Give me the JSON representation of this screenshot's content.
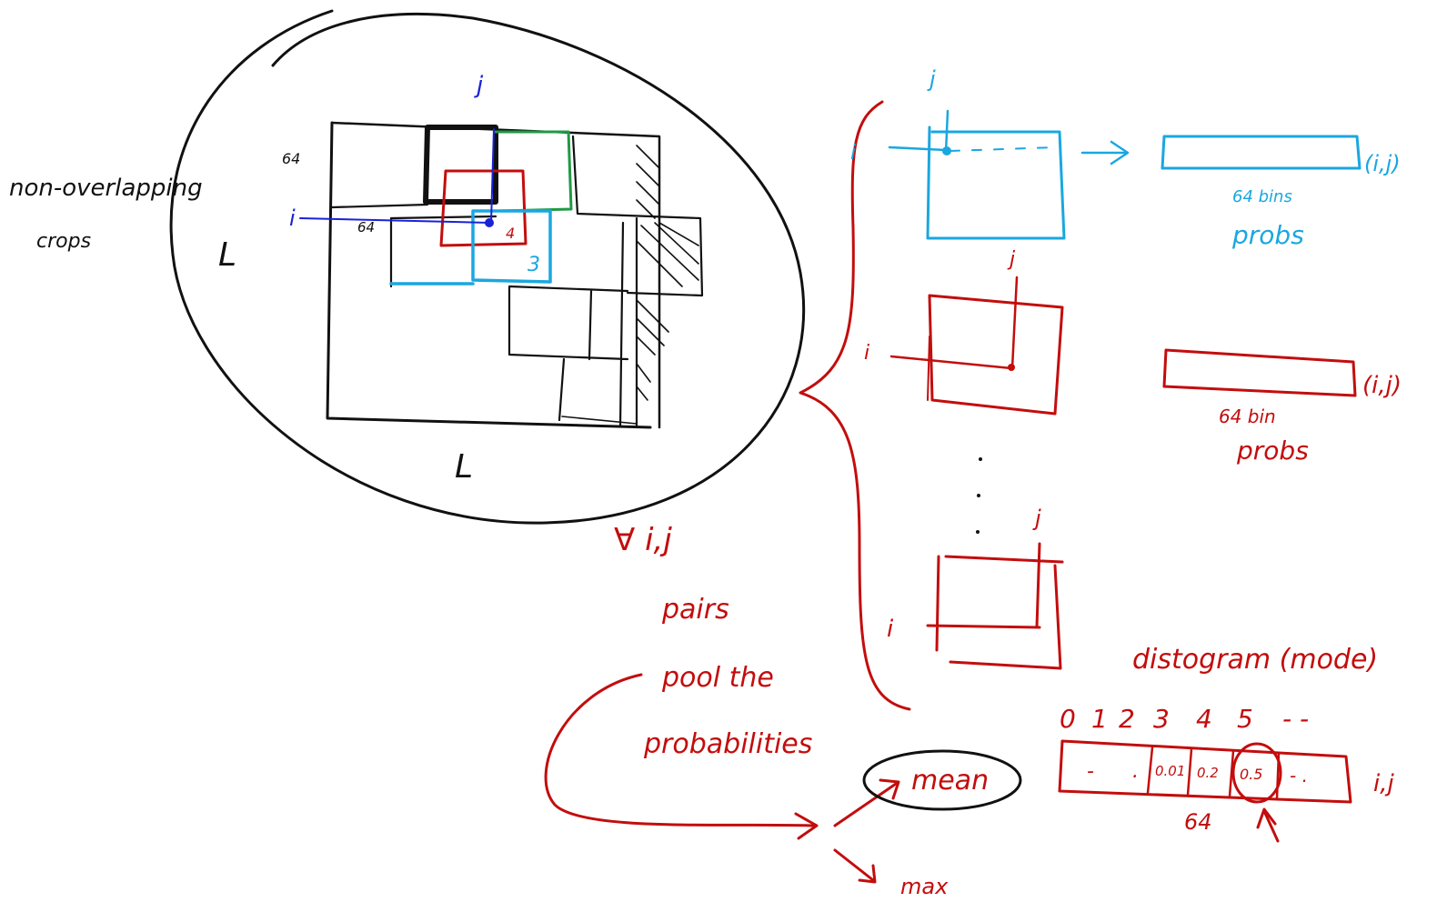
{
  "colors": {
    "ink": "#111111",
    "blue": "#1a22d6",
    "cyan": "#1aa7e0",
    "red": "#c30d0d",
    "green": "#1f9a45"
  },
  "left": {
    "caption_line1": "non-overlapping",
    "caption_line2": "crops",
    "axis_left": "L",
    "axis_bottom": "L",
    "crop_size_top": "64",
    "crop_size_mid": "64",
    "index_i": "i",
    "index_j": "j",
    "label_4": "4",
    "label_3": "3"
  },
  "cyan_block": {
    "index_i": "i",
    "index_j": "j",
    "arrow": "→",
    "pair_label": "(i,j)",
    "caption_line1": "64 bins",
    "caption_line2": "probs"
  },
  "red_block": {
    "index_i": "i",
    "index_j": "j",
    "pair_label": "(i,j)",
    "caption_line1": "64 bin",
    "caption_line2": "probs"
  },
  "third_block": {
    "index_i": "i",
    "index_j": "j"
  },
  "pool_note": {
    "forall": "∀ i,j",
    "line2": "pairs",
    "line3": "pool the",
    "line4": "probabilities",
    "option_mean": "mean",
    "option_max": "max"
  },
  "distogram": {
    "title": "distogram (mode)",
    "bin_indices": [
      "0",
      "1",
      "2",
      "3",
      "4",
      "5",
      "- -"
    ],
    "cells": [
      "-",
      ".",
      "0.01",
      "0.2",
      "0.5",
      "- ."
    ],
    "bin_count_label": "64",
    "pair_label": "i,j"
  }
}
